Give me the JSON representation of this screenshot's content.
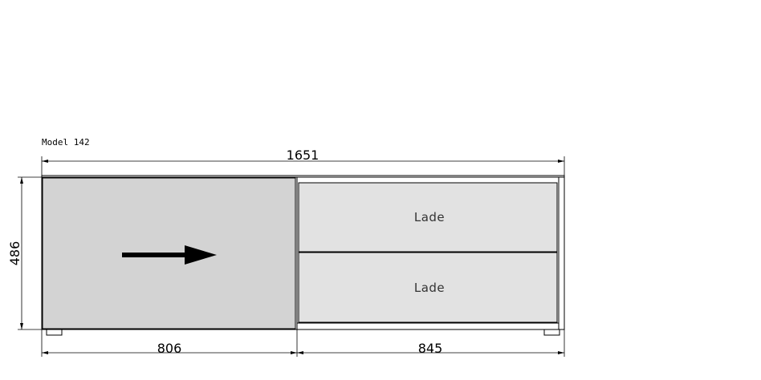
{
  "model_label": "Model 142",
  "dimensions": {
    "total_width": "1651",
    "height": "486",
    "left_width": "806",
    "right_width": "845"
  },
  "drawers": [
    {
      "label": "Lade"
    },
    {
      "label": "Lade"
    }
  ],
  "sliding_door": {
    "arrow_direction": "right",
    "arrow_icon": "arrow-right-icon"
  },
  "colors": {
    "door_fill": "#d3d3d3",
    "drawer_fill": "#e2e2e2",
    "line": "#000000"
  }
}
